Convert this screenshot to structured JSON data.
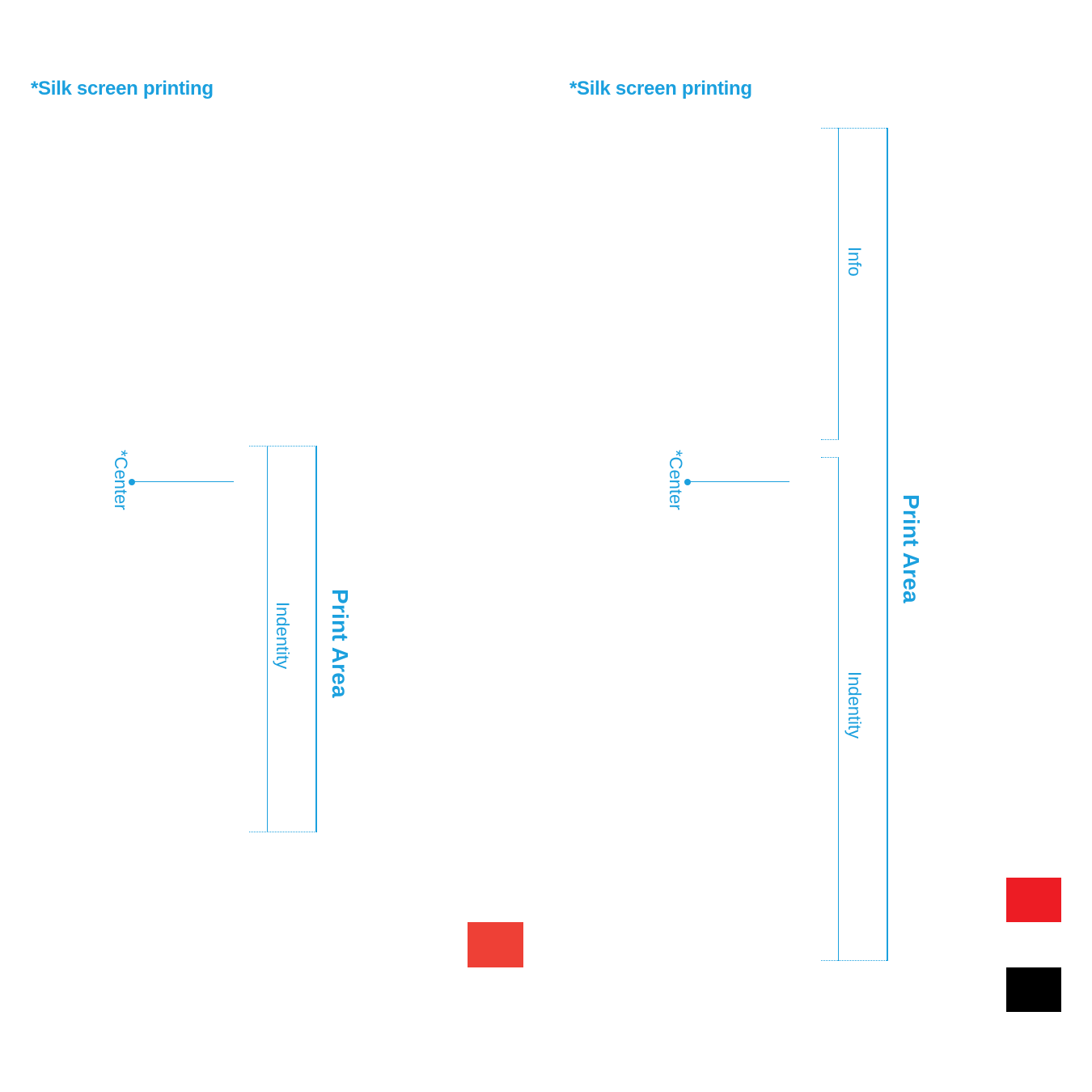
{
  "panels": [
    {
      "title": "*Silk screen printing",
      "center_label": "*Center",
      "print_area_label": "Print Area",
      "zones": [
        "Indentity"
      ],
      "swatches": [
        "#ee4036"
      ]
    },
    {
      "title": "*Silk screen printing",
      "center_label": "*Center",
      "print_area_label": "Print Area",
      "zones": [
        "Info",
        "Indentity"
      ],
      "swatches": [
        "#ed1c24",
        "#000000"
      ]
    }
  ],
  "colors": {
    "accent": "#1ba0de"
  }
}
